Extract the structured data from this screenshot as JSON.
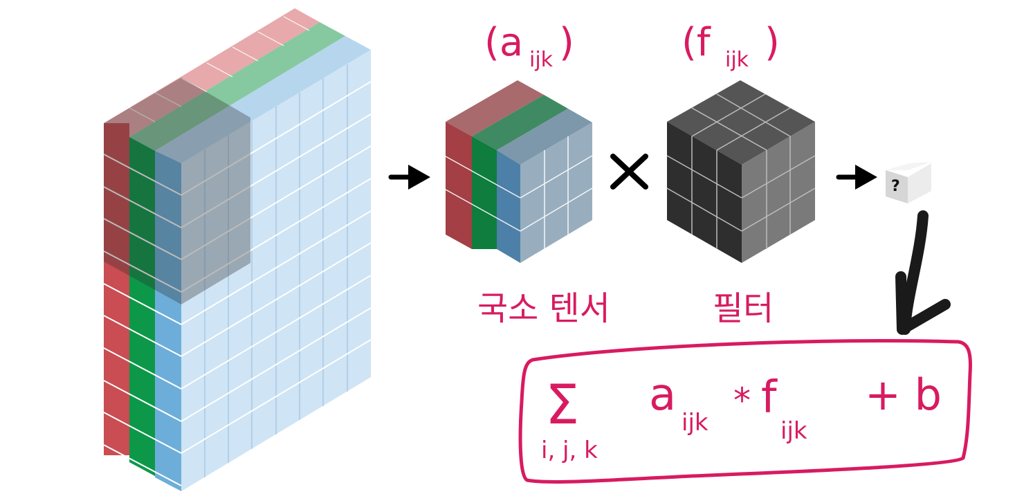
{
  "labels": {
    "local_tensor_notation": "(a",
    "local_tensor_subscript": "ijk",
    "filter_notation": "(f",
    "filter_subscript": "ijk",
    "local_tensor_caption": "국소 텐서",
    "filter_caption": "필터",
    "multiply_sign": "×",
    "result_mark": "?"
  },
  "formula": {
    "sigma": "Σ",
    "sum_index": "i, j, k",
    "term_a": "a",
    "term_a_sub": "ijk",
    "times": "*",
    "term_f": "f",
    "term_f_sub": "ijk",
    "plus_bias": "+ b"
  },
  "colors": {
    "red_channel": "#c44a4e",
    "green_channel": "#0b9345",
    "blue_channel": "#6aaad6",
    "light_blue": "#cde3f3",
    "filter_dark": "#3c3c3c",
    "ink_pink": "#d81b60",
    "ink_black": "#111111"
  },
  "icons": [
    "arrow-right-icon",
    "multiply-icon",
    "curved-arrow-down-icon"
  ]
}
